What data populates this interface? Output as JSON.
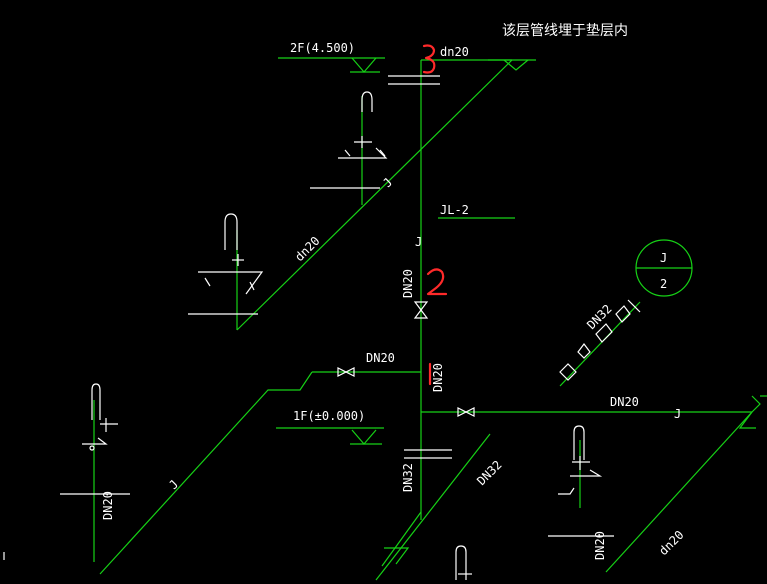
{
  "labels": {
    "level_2f": "2F(4.500)",
    "level_1f": "1F(±0.000)",
    "note_top": "该层管线埋于垫层内",
    "riser": "JL-2",
    "dn20": "DN20",
    "dn20_lower": "dn20",
    "dn32": "DN32",
    "pipe_j": "J",
    "marker_top": "J",
    "marker_bottom": "2"
  },
  "annotations": {
    "mark_1": "1",
    "mark_2": "2",
    "mark_3": "3"
  },
  "colors": {
    "background": "#000000",
    "pipe": "#16d116",
    "fixture": "#ffffff",
    "annotation": "#ff2a2a"
  }
}
